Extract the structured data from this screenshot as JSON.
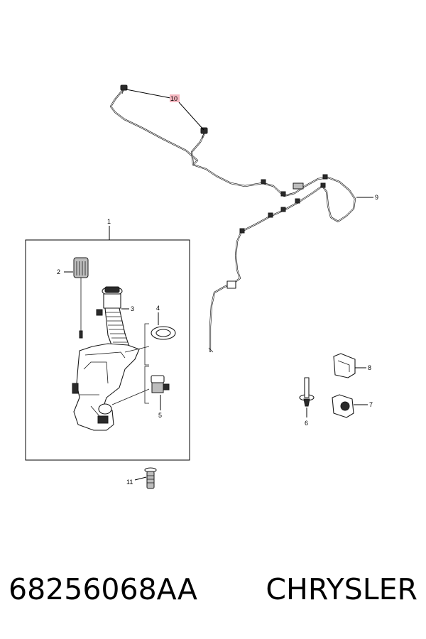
{
  "callouts": {
    "c1": "1",
    "c2": "2",
    "c3": "3",
    "c4": "4",
    "c5": "5",
    "c6": "6",
    "c7": "7",
    "c8": "8",
    "c9": "9",
    "c10": "10",
    "c11": "11"
  },
  "colors": {
    "highlight": "#f4b6bf",
    "line": "#1a1a1a"
  },
  "footer": {
    "part_number": "68256068AA",
    "brand": "CHRYSLER"
  }
}
